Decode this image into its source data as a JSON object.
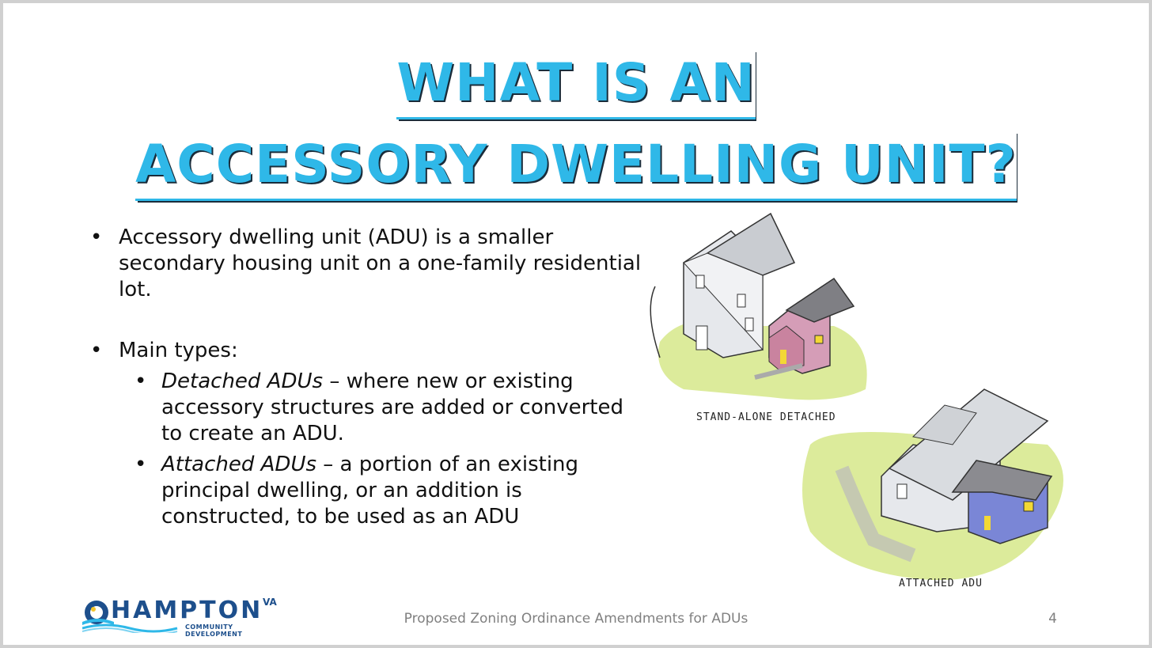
{
  "title": {
    "line1": "WHAT IS AN",
    "line2": "ACCESSORY DWELLING UNIT?"
  },
  "bullets": {
    "b1": "Accessory dwelling unit (ADU) is a smaller secondary housing unit on a one-family residential lot.",
    "b2": "Main types:",
    "sub1_em": "Detached ADUs",
    "sub1_rest": " – where new or existing accessory structures are added or converted to create an ADU.",
    "sub2_em": "Attached ADUs",
    "sub2_rest": " – a portion of an existing principal dwelling, or an addition is constructed, to be used as an ADU"
  },
  "illustration": {
    "caption1": "STAND-ALONE DETACHED",
    "caption2": "ATTACHED ADU"
  },
  "logo": {
    "name": "HAMPTON",
    "state": "VA",
    "subtitle": "COMMUNITY DEVELOPMENT"
  },
  "footer": {
    "text": "Proposed Zoning Ordinance Amendments for ADUs",
    "page": "4"
  },
  "colors": {
    "title": "#2fb8e8",
    "logo": "#1d4f8c"
  }
}
